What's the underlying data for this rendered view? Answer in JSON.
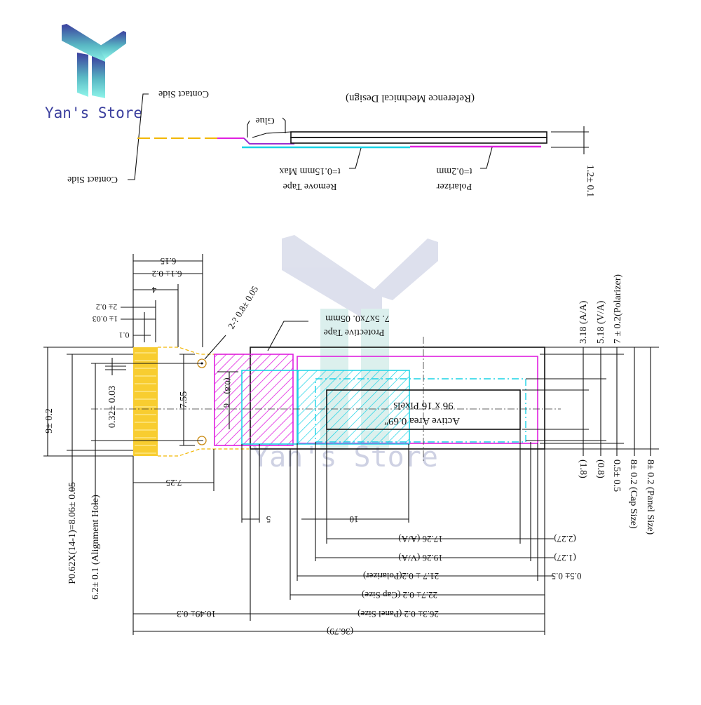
{
  "brand": {
    "name": "Yan's Store",
    "watermark_text": "Yan's Store",
    "colors": {
      "logo_top": "#3b3f9e",
      "logo_bottom": "#7ff3e6",
      "text": "#3b3f9e",
      "watermark": "#c9cde0"
    }
  },
  "colors": {
    "line": "#111111",
    "polarizer": "#e020e0",
    "cap": "#19d3e6",
    "fpc": "#f2b705"
  },
  "side_view": {
    "title": "(Reference Mechnical Design)",
    "contact_side_top": "Contact Side",
    "contact_side_bottom": "Contact Side",
    "glue": "Glue",
    "remove_tape": "Remove Tape",
    "remove_tape_thickness": "t=0.15mm Max",
    "polarizer": "Polarizer",
    "polarizer_thickness": "t=0.2mm",
    "thickness_dim": "1.2± 0.1"
  },
  "front_view": {
    "fpc_dims": {
      "d_6_15": "6.15",
      "d_6_1": "6.1± 0.2",
      "d_4": "4",
      "d_2": "2± 0.2",
      "d_1": "1± 0.03",
      "d_0_1": "0.1"
    },
    "alignment_hole": "2-? 0.8± 0.05",
    "protective_tape_label": "Protective Tape",
    "protective_tape_size": "7. 5x7x0. 05mm",
    "active_area_label": "Active Area 0.69\"",
    "pixels_label": "96 x 16 Pixels",
    "left_dims": {
      "height": "9± 0.2",
      "pitch": "0.32± 0.03",
      "hole_span": "7.55",
      "pitch_total": "P0.62X(14-1)=8.06± 0.05",
      "alignment_hole": "6.2± 0.1 (Alignment Hole)",
      "d_6": "6",
      "d_0_8": "(0.8)"
    },
    "right_dims": {
      "aa": "3.18 (A/A)",
      "va": "5.18 (V/A)",
      "polarizer": "7 ± 0.2(Polarizer)",
      "r_1_8": "(1.8)",
      "r_0_8": "(0.8)",
      "r_0_5": "0.5± 0.5",
      "cap_size": "8± 0.2 (Cap Size)",
      "panel_size": "8± 0.2 (Panel Size)"
    },
    "bottom_dims": {
      "d_7_25": "7.25",
      "d_5": "5",
      "d_10": "10",
      "aa": "17.26 (A/A)",
      "va": "19.26 (V/A)",
      "polarizer": "21.7 ± 0.2(Polarizer)",
      "cap": "22.7± 0.2 (Cap Size)",
      "panel": "26.3± 0.2 (Panel Size)",
      "fpc": "10.49± 0.3",
      "total": "(36.79)",
      "r_2_27": "(2.27)",
      "r_1_27": "(1.27)",
      "r_0_5": "0.5± 0.5"
    }
  }
}
